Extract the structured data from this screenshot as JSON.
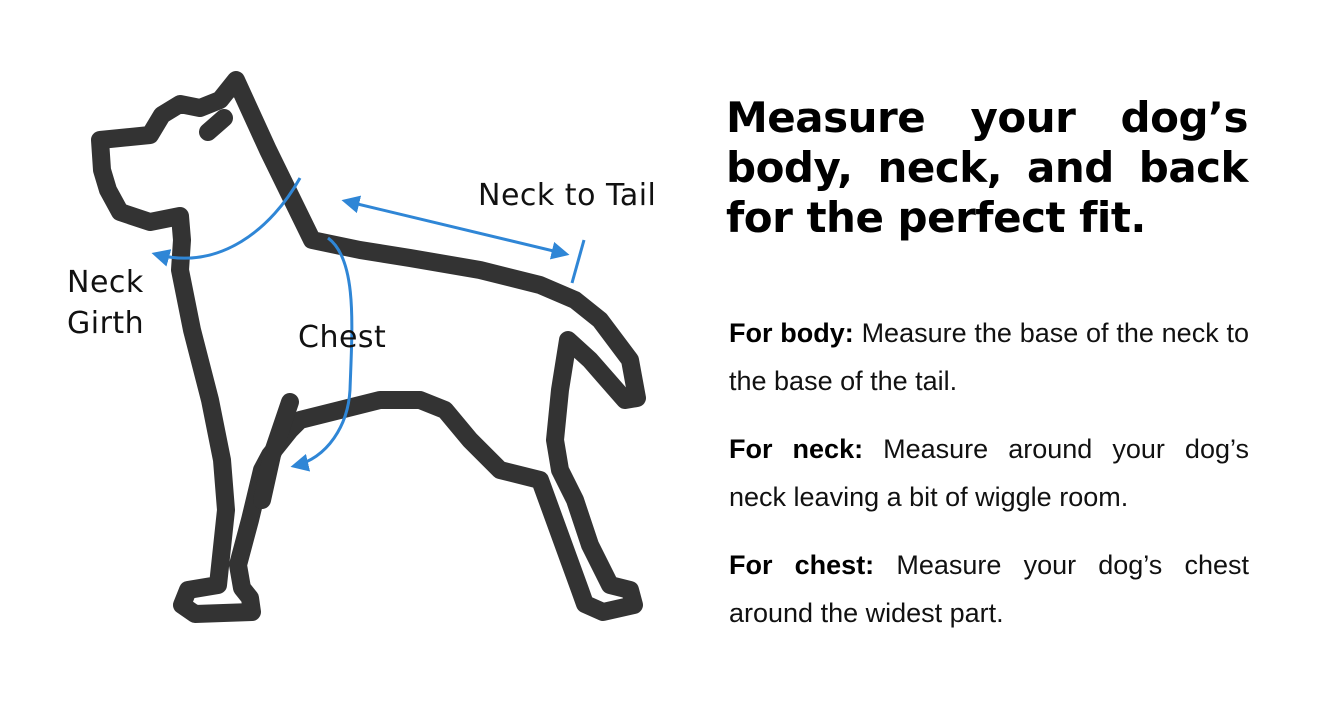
{
  "colors": {
    "outline": "#333333",
    "arrow": "#2f86d6",
    "text": "#000000"
  },
  "labels": {
    "neck_to_tail": "Neck to Tail",
    "neck_girth_line1": "Neck",
    "neck_girth_line2": "Girth",
    "chest": "Chest"
  },
  "headline": "Measure your dog’s body, neck, and back for the perfect fit.",
  "instructions": [
    {
      "term": "For body:",
      "text": "Measure the base of the neck to the base of the tail."
    },
    {
      "term": "For neck:",
      "text": "Measure around your dog’s neck leaving a bit of wiggle room."
    },
    {
      "term": "For chest:",
      "text": "Measure your dog’s chest around the widest part."
    }
  ]
}
